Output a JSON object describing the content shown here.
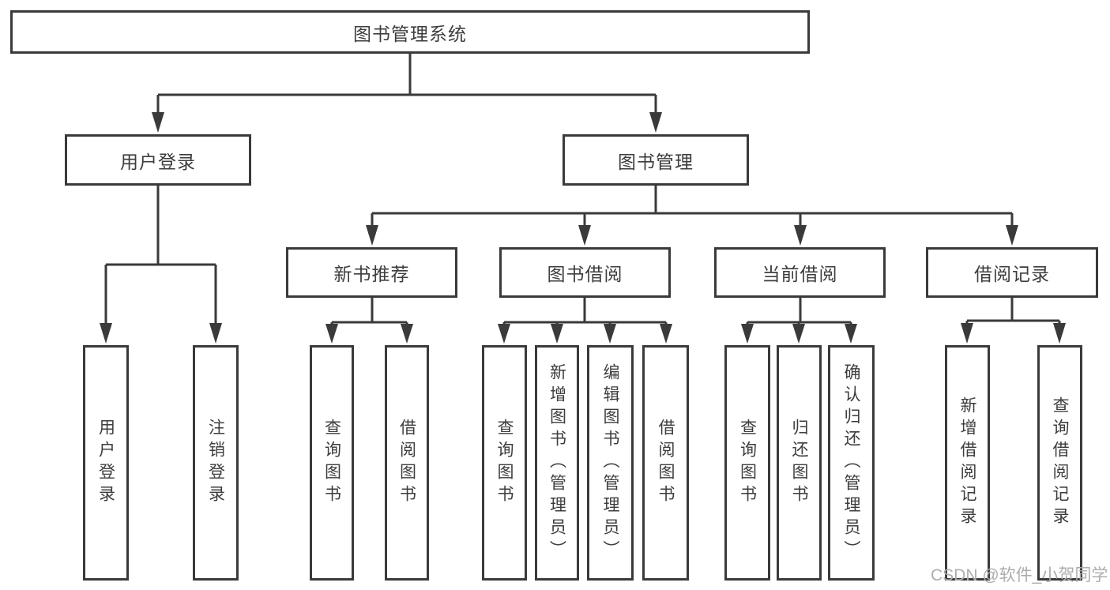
{
  "diagram": {
    "root": "图书管理系统",
    "children": [
      {
        "label": "用户登录",
        "children": [
          "用户登录",
          "注销登录"
        ]
      },
      {
        "label": "图书管理",
        "children": [
          {
            "label": "新书推荐",
            "children": [
              "查询图书",
              "借阅图书"
            ]
          },
          {
            "label": "图书借阅",
            "children": [
              "查询图书",
              "新增图书（管理员）",
              "编辑图书（管理员）",
              "借阅图书"
            ]
          },
          {
            "label": "当前借阅",
            "children": [
              "查询图书",
              "归还图书",
              "确认归还（管理员）"
            ]
          },
          {
            "label": "借阅记录",
            "children": [
              "新增借阅记录",
              "查询借阅记录"
            ]
          }
        ]
      }
    ]
  },
  "watermark": {
    "text": "CSDN @软件_小贺同学"
  },
  "colors": {
    "line": "#3a3a3a",
    "text": "#3d3d3d",
    "watermark": "#adadad",
    "background": "#ffffff"
  }
}
